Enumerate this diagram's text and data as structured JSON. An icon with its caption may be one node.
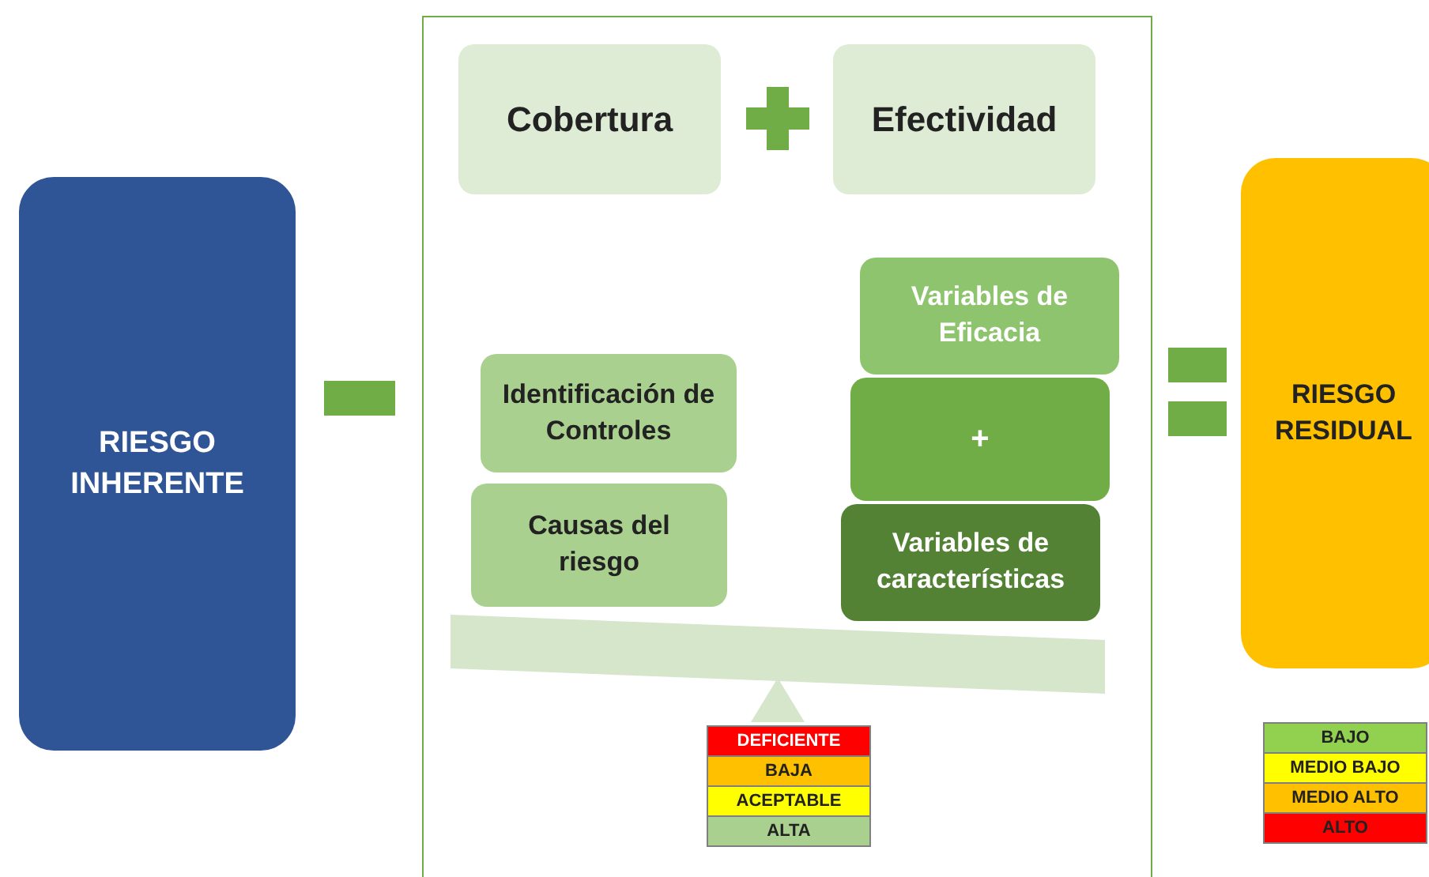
{
  "diagram": {
    "nodes": [
      {
        "text": [
          "RIESGO INHERENTE"
        ]
      },
      {
        "text": [],
        "shape": "box"
      },
      {
        "text": [
          "Cobertura"
        ],
        "in": 1
      },
      {
        "text": [
          "Efectividad"
        ],
        "in": 1
      },
      {
        "text": [
          "Identificación de Controles"
        ],
        "in": 1
      },
      {
        "text": [
          "Causas del riesgo"
        ],
        "in": 1
      },
      {
        "text": [
          "Variables de Eficacia"
        ],
        "in": 1
      },
      {
        "text": [
          "+"
        ],
        "in": 1
      },
      {
        "text": [
          "Variables de características"
        ],
        "in": 1
      },
      {
        "text": [
          "RIESGO RESIDUAL"
        ]
      }
    ],
    "edges": [],
    "labels": [
      "DEFICIENTE",
      "BAJA",
      "ACEPTABLE",
      "ALTA",
      "BAJO",
      "MEDIO BAJO",
      "MEDIO ALTO",
      "ALTO"
    ]
  }
}
